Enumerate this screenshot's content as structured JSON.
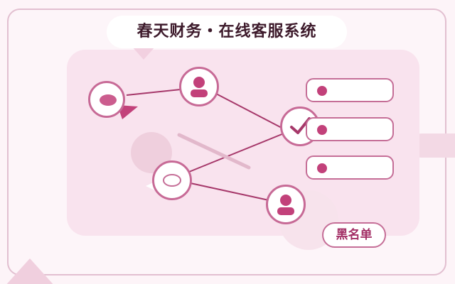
{
  "title": "春天财务・在线客服系统",
  "blacklist_button": "黑名单",
  "rows": [
    {
      "status": "unread"
    },
    {
      "status": "unread"
    },
    {
      "status": "unread"
    }
  ],
  "icons": {
    "chat_bubble": "chat-bubble-icon",
    "user": "user-icon",
    "checkmark": "checkmark-icon",
    "reply_bubble": "reply-bubble-icon"
  },
  "colors": {
    "accent": "#c2417a",
    "border": "#c56e97",
    "panel": "#f9e3ee",
    "title_text": "#3d1a2b"
  }
}
